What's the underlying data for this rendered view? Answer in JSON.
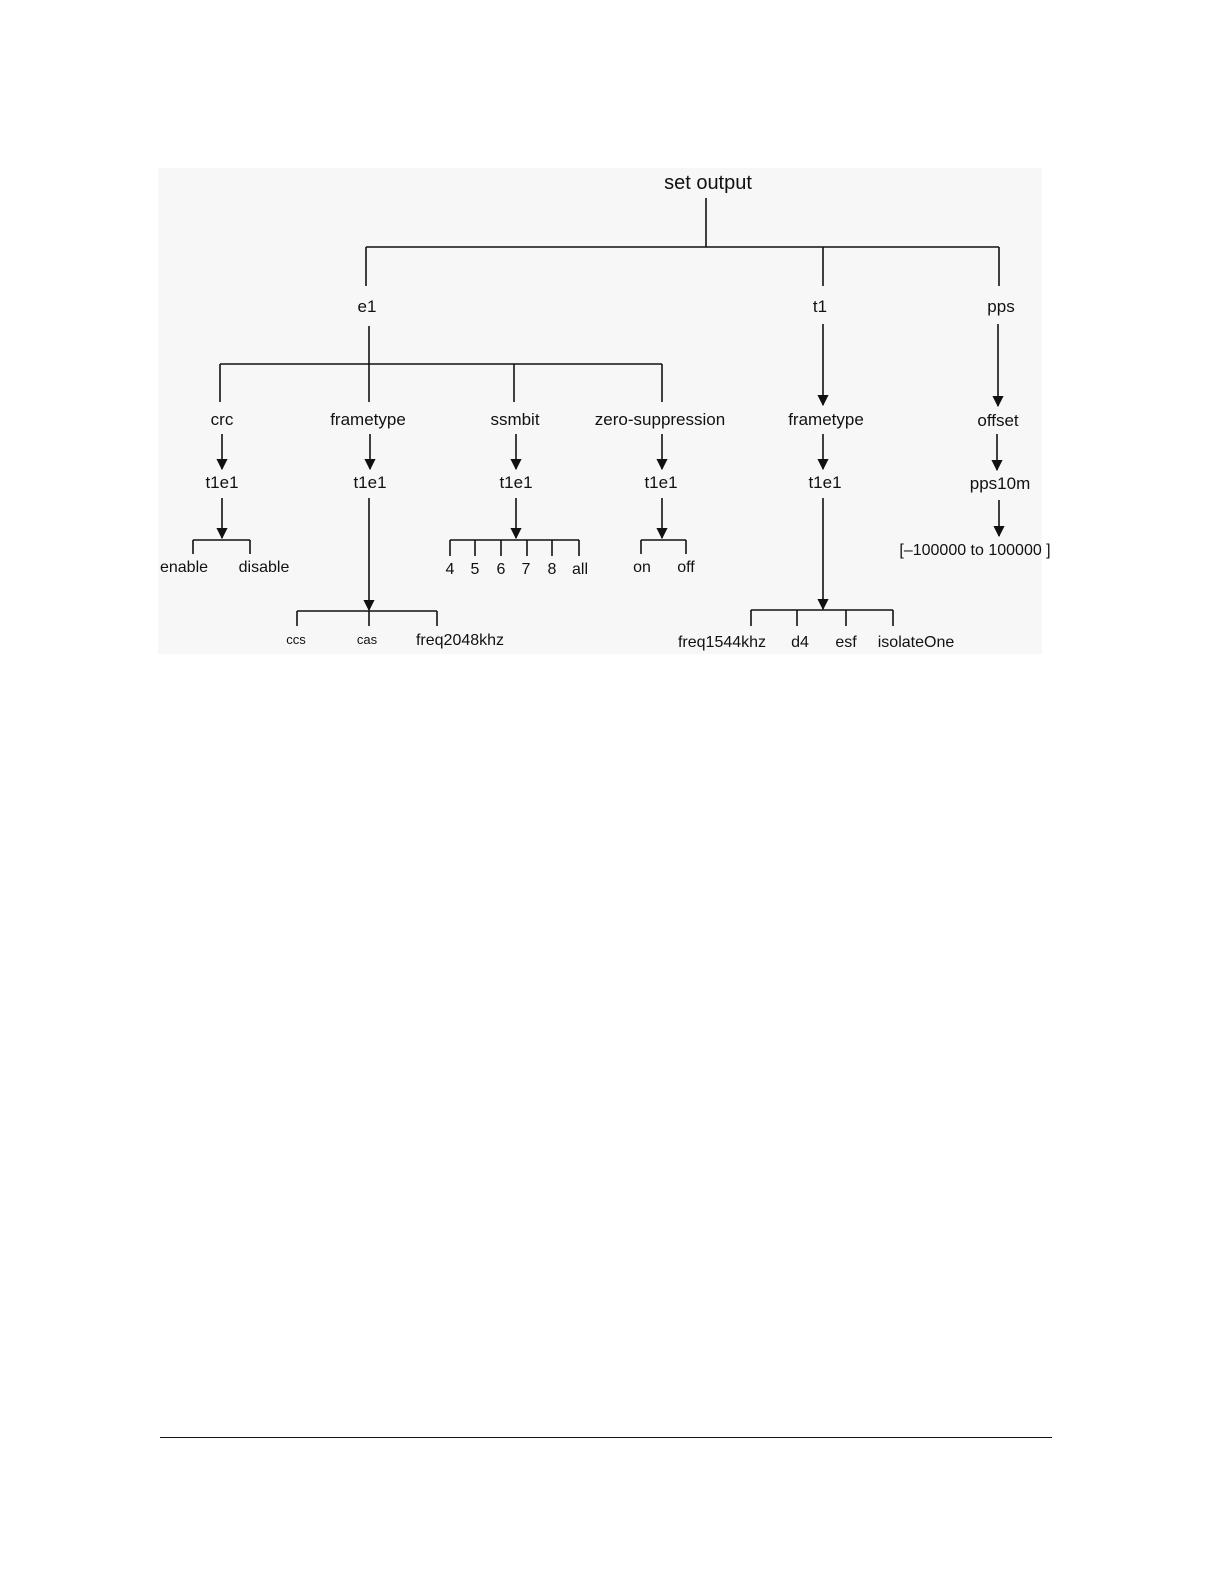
{
  "diagram": {
    "root": "set output",
    "nodes": {
      "e1": "e1",
      "t1": "t1",
      "pps": "pps",
      "crc": "crc",
      "e1_frametype": "frametype",
      "ssmbit": "ssmbit",
      "zero_suppression": "zero-suppression",
      "t1_frametype": "frametype",
      "offset": "offset",
      "crc_t1e1": "t1e1",
      "e1_frametype_t1e1": "t1e1",
      "ssmbit_t1e1": "t1e1",
      "zero_suppression_t1e1": "t1e1",
      "t1_frametype_t1e1": "t1e1",
      "pps10m": "pps10m"
    },
    "options": {
      "crc": [
        "enable",
        "disable"
      ],
      "e1_frametype": [
        "ccs",
        "cas",
        "freq2048khz"
      ],
      "ssmbit": [
        "4",
        "5",
        "6",
        "7",
        "8",
        "all"
      ],
      "zero_suppression": [
        "on",
        "off"
      ],
      "t1_frametype": [
        "freq1544khz",
        "d4",
        "esf",
        "isolateOne"
      ],
      "pps10m_range": "[–100000 to 100000 ]"
    },
    "colors": {
      "line": "#111111",
      "panel": "#f7f7f7"
    }
  }
}
